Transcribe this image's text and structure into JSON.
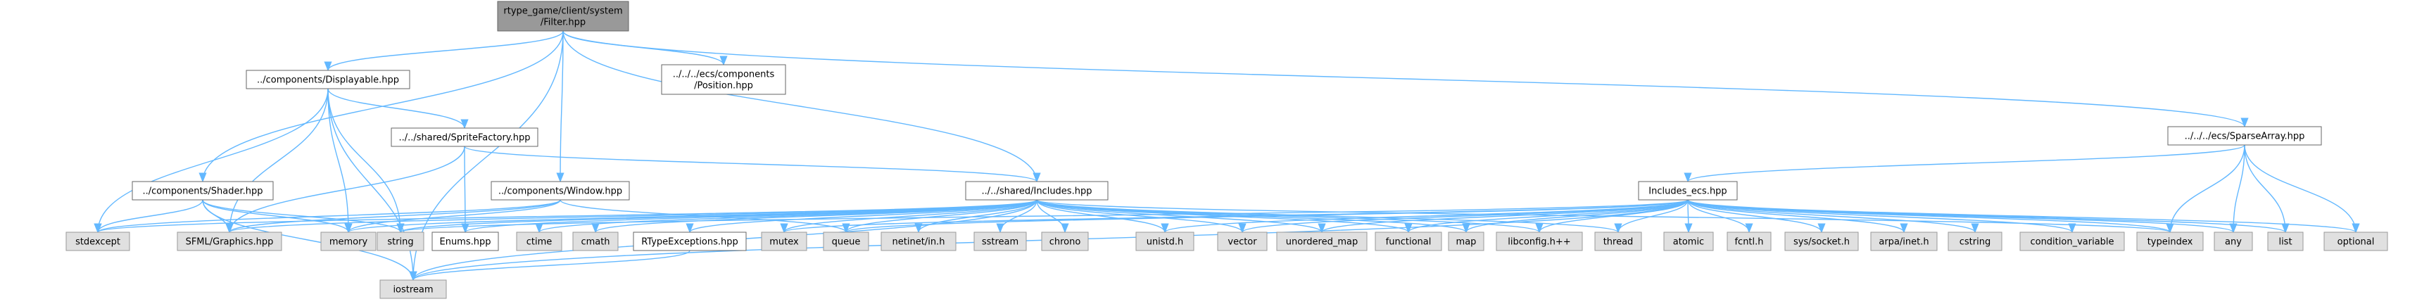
{
  "colors": {
    "edge": "#63b8ff",
    "root_fill": "#999999",
    "file_fill": "#ffffff",
    "std_fill": "#e0e0e0",
    "border": "#666666"
  },
  "nodes": {
    "filter": [
      "rtype_game/client/system",
      "/Filter.hpp"
    ],
    "displayable": [
      "../components/Displayable.hpp"
    ],
    "position": [
      "../../../ecs/components",
      "/Position.hpp"
    ],
    "sparse_array": [
      "../../../ecs/SparseArray.hpp"
    ],
    "sprite_factory": [
      "../../shared/SpriteFactory.hpp"
    ],
    "shader": [
      "../components/Shader.hpp"
    ],
    "window": [
      "../components/Window.hpp"
    ],
    "includes": [
      "../../shared/Includes.hpp"
    ],
    "includes_ecs": [
      "Includes_ecs.hpp"
    ],
    "rtype_exceptions": [
      "RTypeExceptions.hpp"
    ],
    "enums": [
      "Enums.hpp"
    ],
    "stdexcept": [
      "stdexcept"
    ],
    "sfml_graphics": [
      "SFML/Graphics.hpp"
    ],
    "memory": [
      "memory"
    ],
    "string": [
      "string"
    ],
    "ctime": [
      "ctime"
    ],
    "cmath": [
      "cmath"
    ],
    "mutex": [
      "mutex"
    ],
    "queue": [
      "queue"
    ],
    "netinet_in": [
      "netinet/in.h"
    ],
    "sstream": [
      "sstream"
    ],
    "chrono": [
      "chrono"
    ],
    "unistd": [
      "unistd.h"
    ],
    "vector": [
      "vector"
    ],
    "unordered_map": [
      "unordered_map"
    ],
    "functional": [
      "functional"
    ],
    "map": [
      "map"
    ],
    "libconfig": [
      "libconfig.h++"
    ],
    "thread": [
      "thread"
    ],
    "atomic": [
      "atomic"
    ],
    "fcntl": [
      "fcntl.h"
    ],
    "sys_socket": [
      "sys/socket.h"
    ],
    "arpa_inet": [
      "arpa/inet.h"
    ],
    "cstring": [
      "cstring"
    ],
    "condition_variable": [
      "condition_variable"
    ],
    "typeindex": [
      "typeindex"
    ],
    "any": [
      "any"
    ],
    "list": [
      "list"
    ],
    "optional": [
      "optional"
    ],
    "iostream": [
      "iostream"
    ]
  }
}
